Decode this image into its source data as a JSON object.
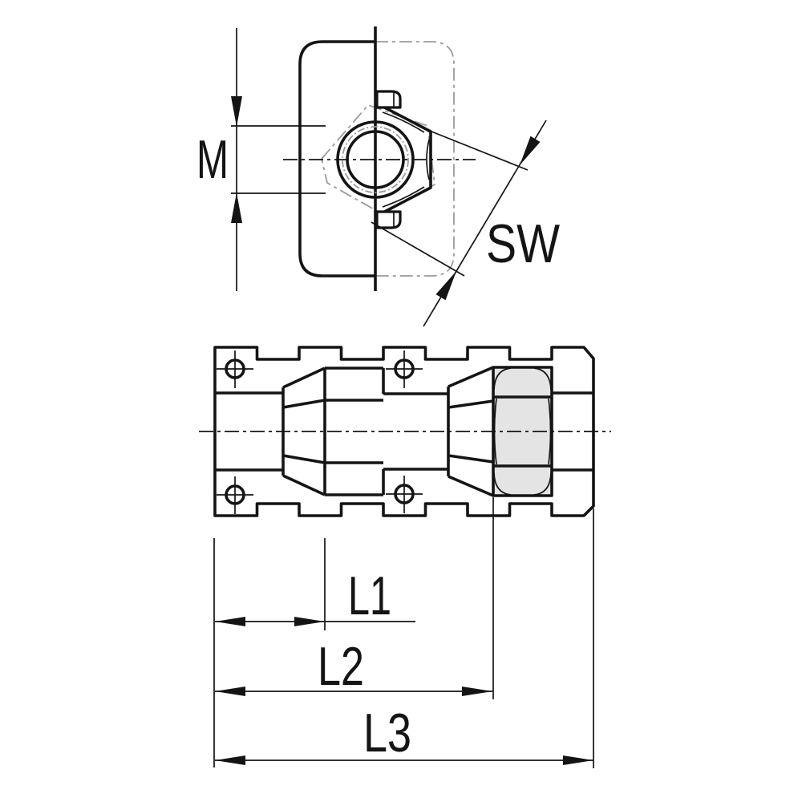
{
  "drawing": {
    "type": "engineering-drawing",
    "views": {
      "front": "front view with hex nut in profile plate",
      "side": "side view with serrated body, cones and hex nut"
    },
    "dimensions": {
      "thread_label": "M",
      "wrench_flats_label": "SW",
      "length1_label": "L1",
      "length2_label": "L2",
      "length3_label": "L3"
    },
    "colors": {
      "line": "#141414",
      "phantom_gray": "#9b9b9b",
      "nut_fill": "#e4e4e4",
      "background": "#ffffff"
    }
  }
}
